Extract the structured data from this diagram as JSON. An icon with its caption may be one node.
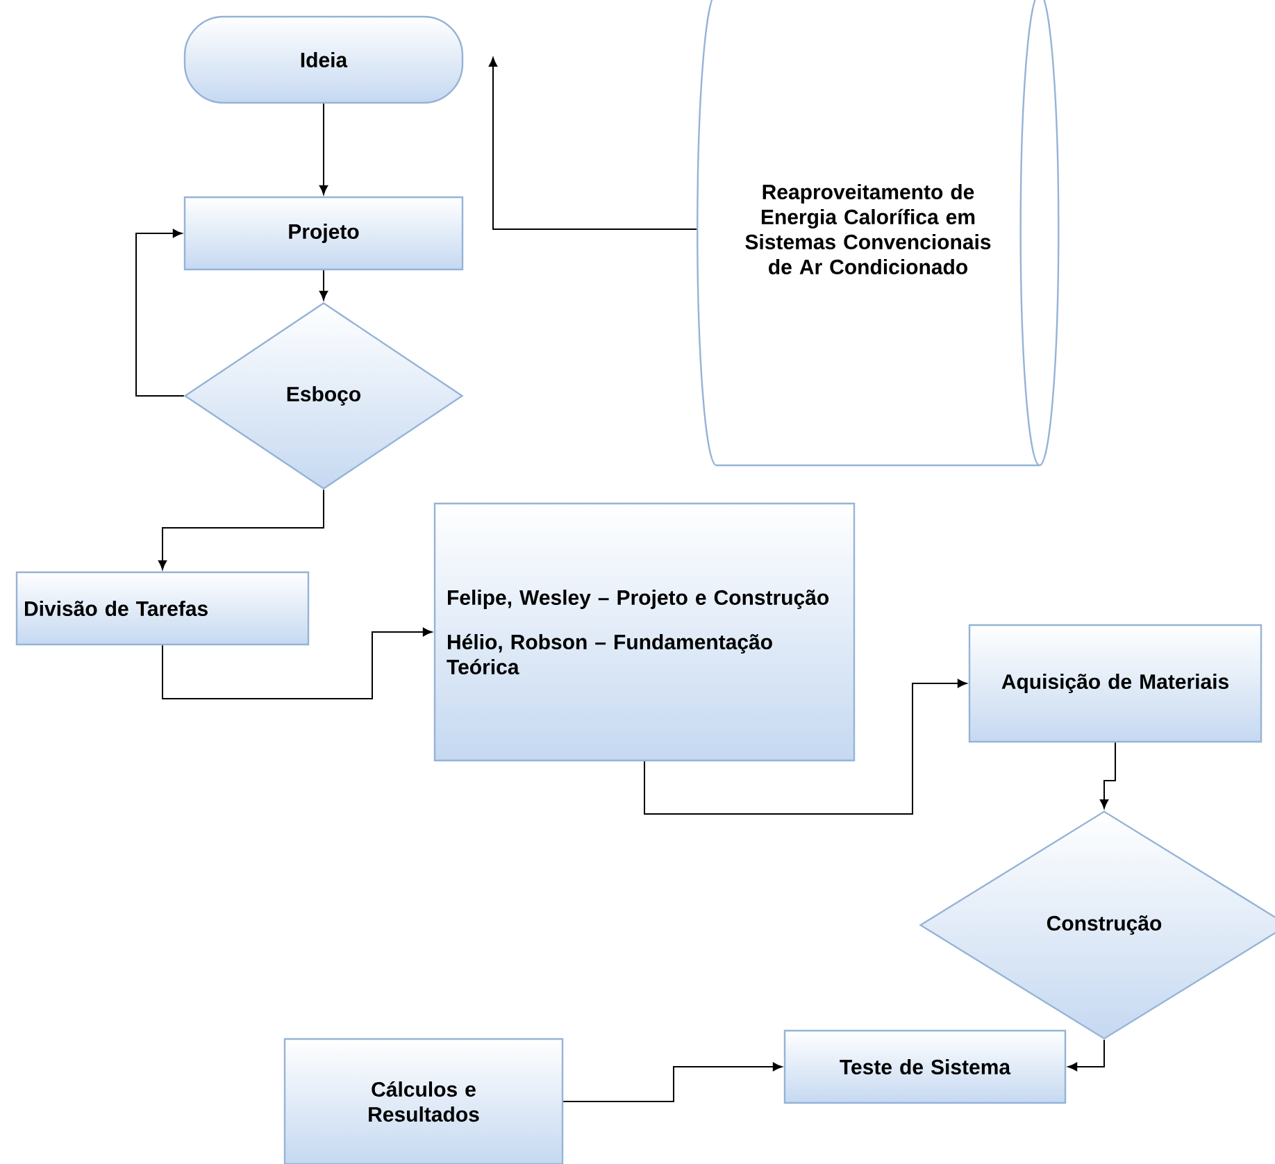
{
  "diagram": {
    "nodes": [
      {
        "text": [
          "Ideia"
        ]
      },
      {
        "text": [
          "Projeto"
        ]
      },
      {
        "text": [
          "Esboço"
        ]
      },
      {
        "text": [
          "Reaproveitamento de Energia Calorífica em Sistemas Convencionais de Ar Condicionado"
        ]
      },
      {
        "text": [
          "Divisão de Tarefas"
        ]
      },
      {
        "text": [
          "Felipe, Wesley – Projeto e Construção",
          "Hélio, Robson – Fundamentação Teórica"
        ]
      },
      {
        "text": [
          "Aquisição de Materiais"
        ]
      },
      {
        "text": [
          "Construção"
        ]
      },
      {
        "text": [
          "Cálculos e Resultados"
        ]
      },
      {
        "text": [
          "Teste de Sistema"
        ]
      }
    ],
    "edges": [
      {
        "from": 0,
        "to": 1,
        "arrow": "to"
      },
      {
        "from": 1,
        "to": 2,
        "arrow": "to"
      },
      {
        "from": 2,
        "to": 1,
        "arrow": "to"
      },
      {
        "from": 3,
        "to": null,
        "arrow": "to"
      },
      {
        "from": 2,
        "to": 4,
        "arrow": "to"
      },
      {
        "from": 4,
        "to": 5,
        "arrow": "to"
      },
      {
        "from": 5,
        "to": 6,
        "arrow": "to"
      },
      {
        "from": 6,
        "to": 7,
        "arrow": "to"
      },
      {
        "from": 7,
        "to": 9,
        "arrow": "to"
      },
      {
        "from": 8,
        "to": 9,
        "arrow": "to"
      }
    ]
  }
}
